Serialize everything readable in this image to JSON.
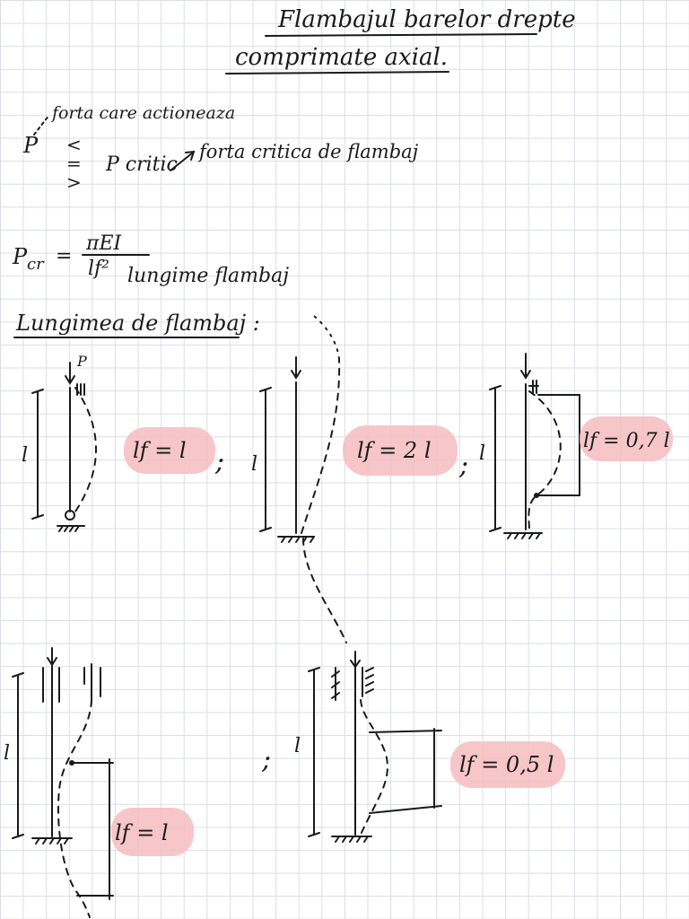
{
  "title": {
    "line1": "Flambajul barelor drepte",
    "line2": "comprimate axial."
  },
  "definitions": {
    "p_symbol": "P",
    "force_note": "forta care actioneaza",
    "comparison_symbols": [
      "<",
      "=",
      ">"
    ],
    "p_critic": "P critic",
    "critical_note": "forta critica de flambaj"
  },
  "formula": {
    "lhs": "P",
    "lhs_subscript": "cr",
    "equals": "=",
    "numerator": "πEI",
    "denominator": "lf²",
    "note": "lungime flambaj"
  },
  "section_heading": "Lungimea de flambaj :",
  "cases": [
    {
      "load": "P",
      "length": "l",
      "label": "lf = l",
      "separator": ";"
    },
    {
      "load": "",
      "length": "l",
      "label": "lf = 2 l",
      "separator": ";"
    },
    {
      "load": "",
      "length": "l",
      "label": "lf = 0,7 l",
      "separator": ""
    },
    {
      "load": "",
      "length": "l",
      "label": "lf = l",
      "separator": ";"
    },
    {
      "load": "",
      "length": "l",
      "label": "lf = 0,5 l",
      "separator": ""
    }
  ],
  "colors": {
    "ink": "#1a1a1a",
    "highlight": "#f6bcc0",
    "grid": "#d9dde3"
  }
}
